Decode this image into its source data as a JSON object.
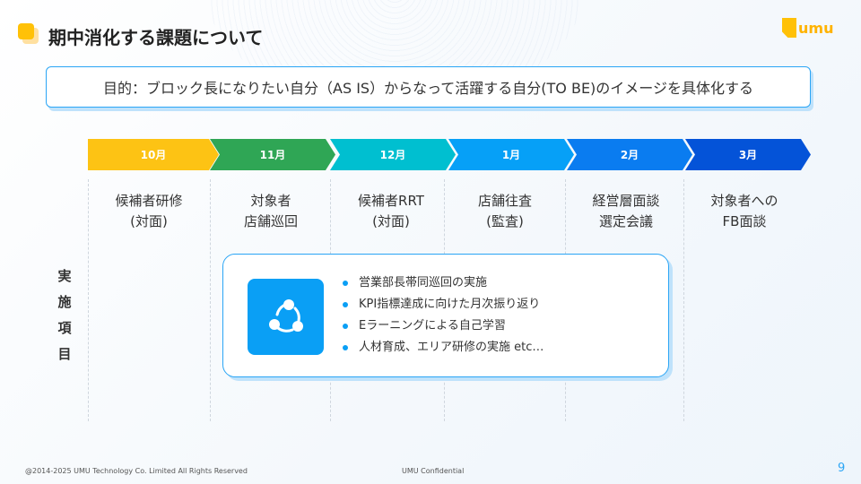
{
  "header": {
    "title": "期中消化する課題について",
    "logo_text": "umu"
  },
  "goal": "目的：ブロック長になりたい自分（AS IS）からなって活躍する自分(TO BE)のイメージを具体化する",
  "timeline": [
    {
      "month": "10月",
      "color": "#fdc314",
      "step": [
        "候補者研修",
        "(対面)"
      ]
    },
    {
      "month": "11月",
      "color": "#2fa655",
      "step": [
        "対象者",
        "店舗巡回"
      ]
    },
    {
      "month": "12月",
      "color": "#00bfd0",
      "step": [
        "候補者RRT",
        "(対面)"
      ]
    },
    {
      "month": "1月",
      "color": "#06a0f7",
      "step": [
        "店舗往査",
        "(監査)"
      ]
    },
    {
      "month": "2月",
      "color": "#0a7cf0",
      "step": [
        "経営層面談",
        "選定会議"
      ]
    },
    {
      "month": "3月",
      "color": "#0453d8",
      "step": [
        "対象者への",
        "FB面談"
      ]
    }
  ],
  "side_label": [
    "実",
    "施",
    "項",
    "目"
  ],
  "card": {
    "icon": "share-nodes-icon",
    "items": [
      "営業部長帯同巡回の実施",
      "KPI指標達成に向けた月次振り返り",
      "Eラーニングによる自己学習",
      "人材育成、エリア研修の実施 etc…"
    ]
  },
  "footer": {
    "copyright": "@2014-2025 UMU Technology Co. Limited All Rights Reserved",
    "confidential": "UMU Confidential",
    "page": "9"
  }
}
